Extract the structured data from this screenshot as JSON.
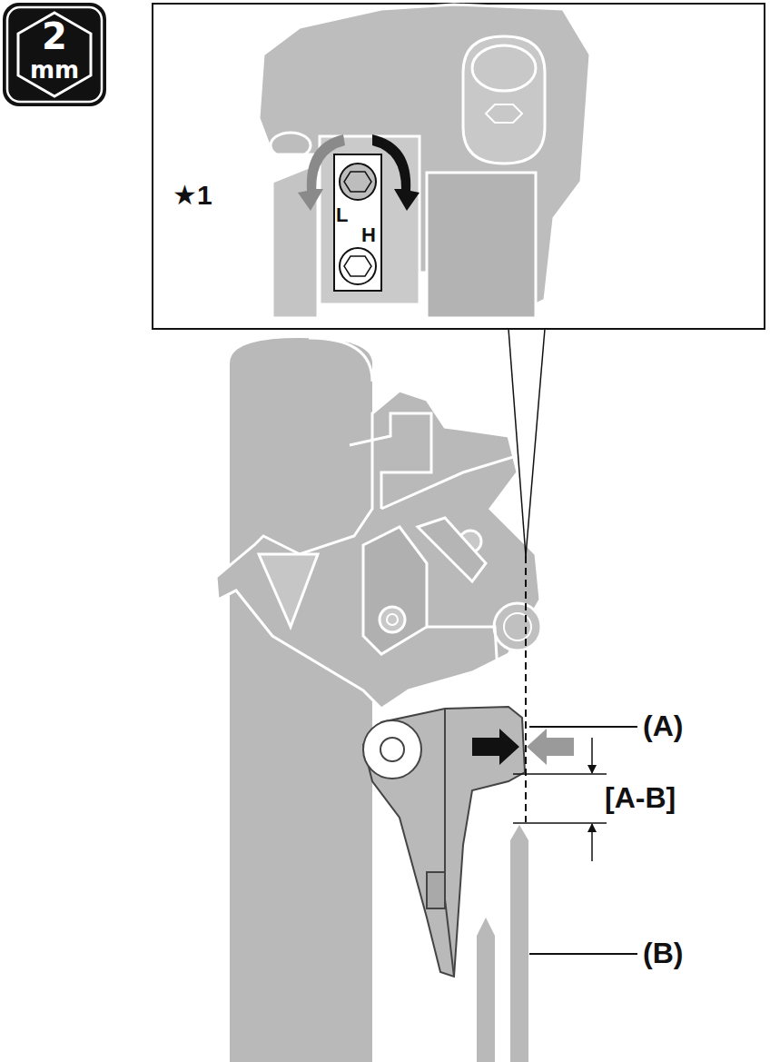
{
  "diagram": {
    "nodes": [
      {
        "text": [
          "2",
          "mm"
        ]
      }
    ],
    "labels": [
      "★1",
      "L",
      "H",
      "(A)",
      "[A-B]",
      "(B)"
    ]
  }
}
